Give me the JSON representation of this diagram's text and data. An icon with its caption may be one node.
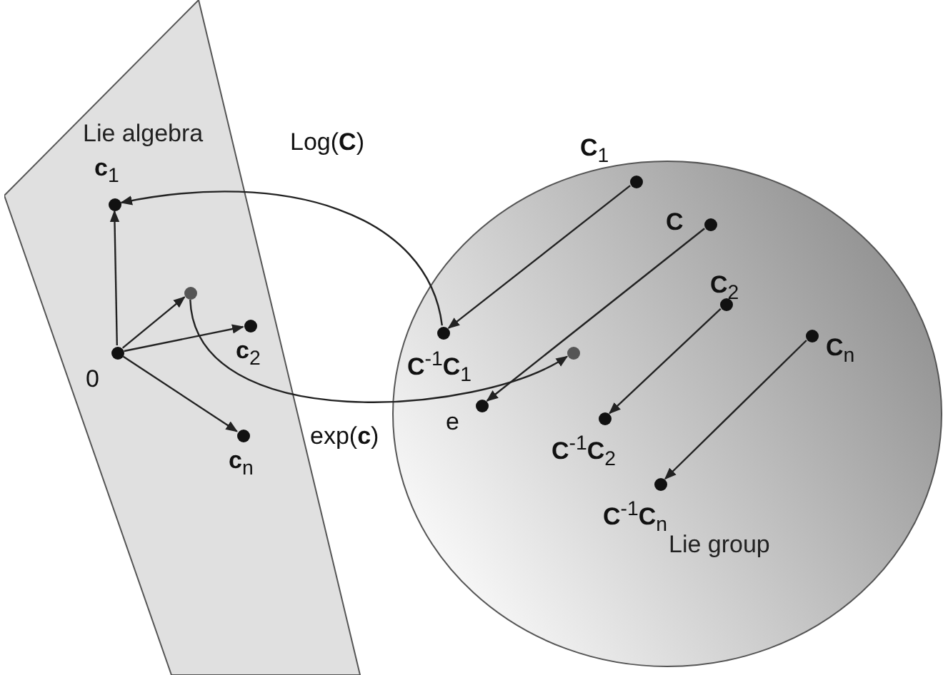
{
  "diagram": {
    "nodes": [
      {
        "text": [
          "Lie algebra"
        ]
      },
      {
        "text": [
          "**c**$_{1}$"
        ],
        "in": 0
      },
      {
        "text": [
          "0"
        ],
        "in": 0
      },
      {
        "text": [],
        "shape": "circle",
        "in": 0
      },
      {
        "text": [
          "**c**$_{2}$"
        ],
        "in": 0
      },
      {
        "text": [
          "**c**$_{n}$"
        ],
        "in": 0
      },
      {
        "text": [
          "Lie group"
        ]
      },
      {
        "text": [
          "**C**$_{1}$"
        ],
        "in": 6
      },
      {
        "text": [
          "**C**"
        ],
        "in": 6
      },
      {
        "text": [
          "**C**$_{2}$"
        ],
        "in": 6
      },
      {
        "text": [
          "**C**$_{n}$"
        ],
        "in": 6
      },
      {
        "text": [
          "**C**$^{-1}$**C**$_{1}$"
        ],
        "in": 6
      },
      {
        "text": [
          "e"
        ],
        "in": 6
      },
      {
        "text": [],
        "shape": "circle",
        "in": 6
      },
      {
        "text": [
          "**C**$^{-1}$**C**$_{2}$"
        ],
        "in": 6
      },
      {
        "text": [
          "**C**$^{-1}$**C**$_{n}$"
        ],
        "in": 6
      }
    ],
    "edges": [
      {
        "from": 2,
        "to": 1,
        "arrow": "to"
      },
      {
        "from": 2,
        "to": 3,
        "arrow": "to"
      },
      {
        "from": 2,
        "to": 4,
        "arrow": "to"
      },
      {
        "from": 2,
        "to": 5,
        "arrow": "to"
      },
      {
        "from": 11,
        "to": 1,
        "arrow": "to",
        "label": "Log(**C**)"
      },
      {
        "from": 3,
        "to": 13,
        "arrow": "to",
        "label": "exp(**c**)"
      },
      {
        "from": 7,
        "to": 11,
        "arrow": "to"
      },
      {
        "from": 8,
        "to": 12,
        "arrow": "to"
      },
      {
        "from": 9,
        "to": 14,
        "arrow": "to"
      },
      {
        "from": 10,
        "to": 15,
        "arrow": "to"
      }
    ]
  }
}
